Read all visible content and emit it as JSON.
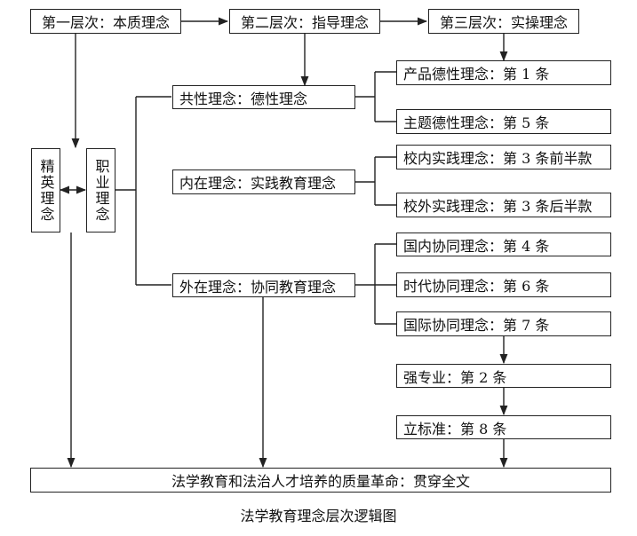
{
  "top_row": [
    "第一层次：本质理念",
    "第二层次：指导理念",
    "第三层次：实操理念"
  ],
  "side": {
    "left": "精英理念",
    "right": "职业理念"
  },
  "mid": {
    "common": "共性理念：德性理念",
    "internal": "内在理念：实践教育理念",
    "external": "外在理念：协同教育理念"
  },
  "right": {
    "product_moral": "产品德性理念：第 1 条",
    "theme_moral": "主题德性理念：第 5 条",
    "campus_in": "校内实践理念：第 3 条前半款",
    "campus_out": "校外实践理念：第 3 条后半款",
    "domestic": "国内协同理念：第 4 条",
    "era": "时代协同理念：第 6 条",
    "international": "国际协同理念：第 7 条",
    "strengthen": "强专业：第 2 条",
    "standard": "立标准：第 8 条"
  },
  "bottom": "法学教育和法治人才培养的质量革命：贯穿全文",
  "caption": "法学教育理念层次逻辑图"
}
